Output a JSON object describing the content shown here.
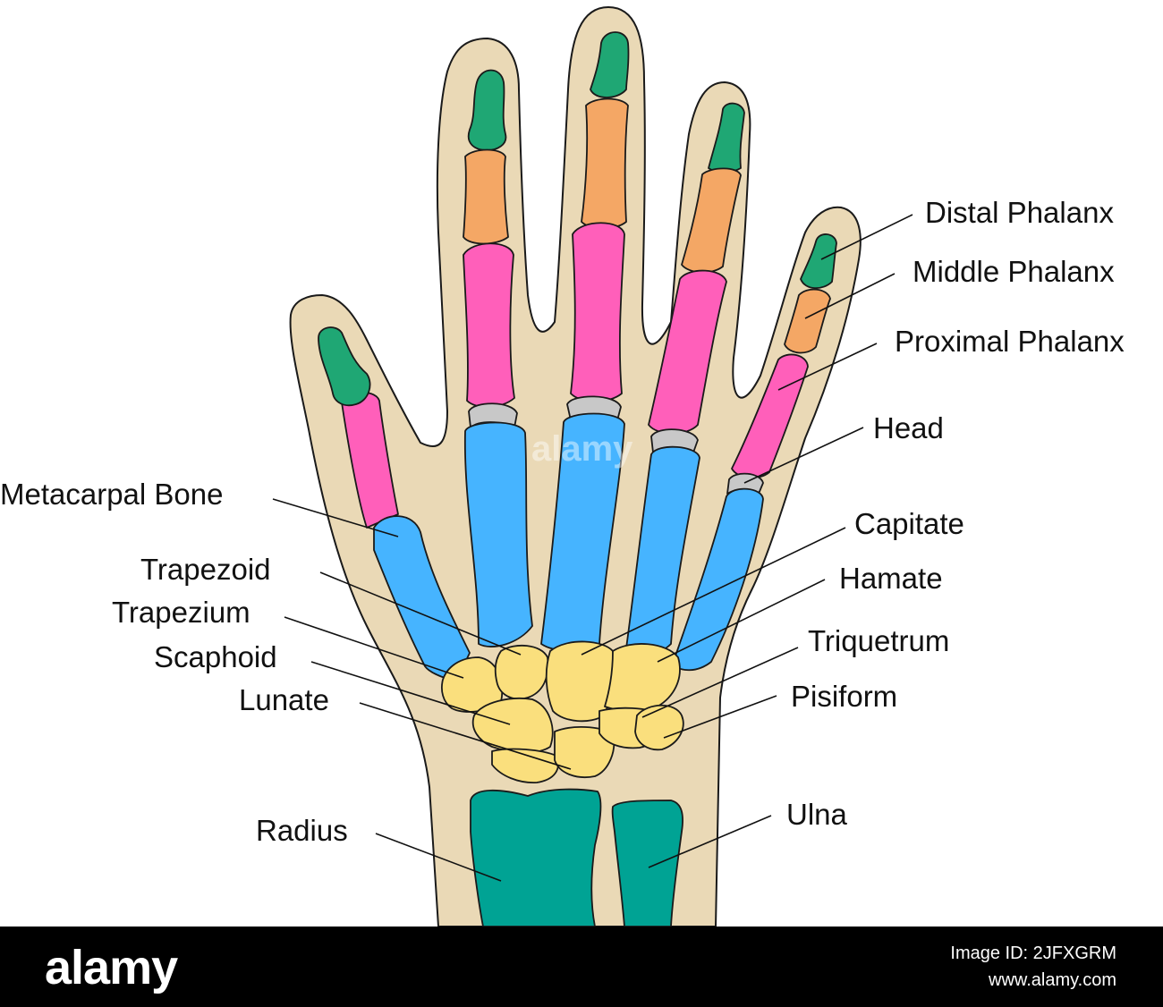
{
  "labels": {
    "distal_phalanx": "Distal Phalanx",
    "middle_phalanx": "Middle Phalanx",
    "proximal_phalanx": "Proximal Phalanx",
    "head": "Head",
    "metacarpal_bone": "Metacarpal Bone",
    "capitate": "Capitate",
    "trapezoid": "Trapezoid",
    "hamate": "Hamate",
    "trapezium": "Trapezium",
    "triquetrum": "Triquetrum",
    "scaphoid": "Scaphoid",
    "pisiform": "Pisiform",
    "lunate": "Lunate",
    "radius": "Radius",
    "ulna": "Ulna"
  },
  "colors": {
    "skin": "#ead9b6",
    "distal": "#1fa774",
    "middle": "#f4a765",
    "proximal": "#ff5fba",
    "head": "#c8c8c8",
    "metacarpal": "#46b4ff",
    "carpal": "#fadf7d",
    "forearm": "#00a394"
  },
  "footer": {
    "logo": "alamy",
    "image_id": "Image ID: 2JFXGRM",
    "url": "www.alamy.com"
  },
  "watermark": "alamy"
}
